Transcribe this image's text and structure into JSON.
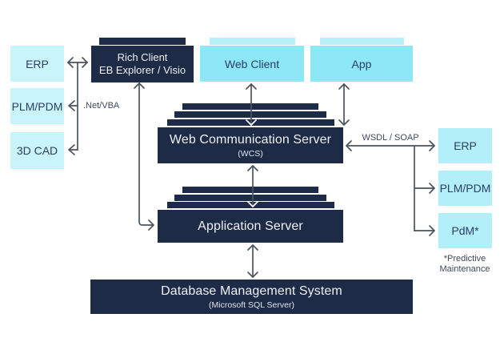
{
  "left_systems": [
    {
      "label": "ERP"
    },
    {
      "label": "PLM/PDM"
    },
    {
      "label": "3D CAD"
    }
  ],
  "clients": {
    "rich_client": {
      "title": "Rich Client",
      "subtitle": "EB Explorer / Visio"
    },
    "web_client": {
      "title": "Web Client"
    },
    "app": {
      "title": "App"
    }
  },
  "servers": {
    "wcs": {
      "title": "Web Communication Server",
      "subtitle": "(WCS)"
    },
    "application_server": {
      "title": "Application Server"
    },
    "dbms": {
      "title": "Database Management System",
      "subtitle": "(Microsoft SQL Server)"
    }
  },
  "right_systems": [
    {
      "label": "ERP"
    },
    {
      "label": "PLM/PDM"
    },
    {
      "label": "PdM*"
    }
  ],
  "connection_labels": {
    "net_vba": ".Net/VBA",
    "wsdl_soap": "WSDL / SOAP"
  },
  "footnote": {
    "line1": "*Predictive",
    "line2": "Maintenance"
  },
  "colors": {
    "dark_navy": "#1d2b46",
    "cyan_left_column": "#c9f5fa",
    "cyan_right_column": "#b2eff8",
    "cyan_clients": "#8ce8f4",
    "cyan_client_topbar": "#b7f1f9",
    "connector_line": "#4a545f",
    "text_on_cyan": "#2b3e63",
    "text_on_dark": "#eef1f6"
  }
}
